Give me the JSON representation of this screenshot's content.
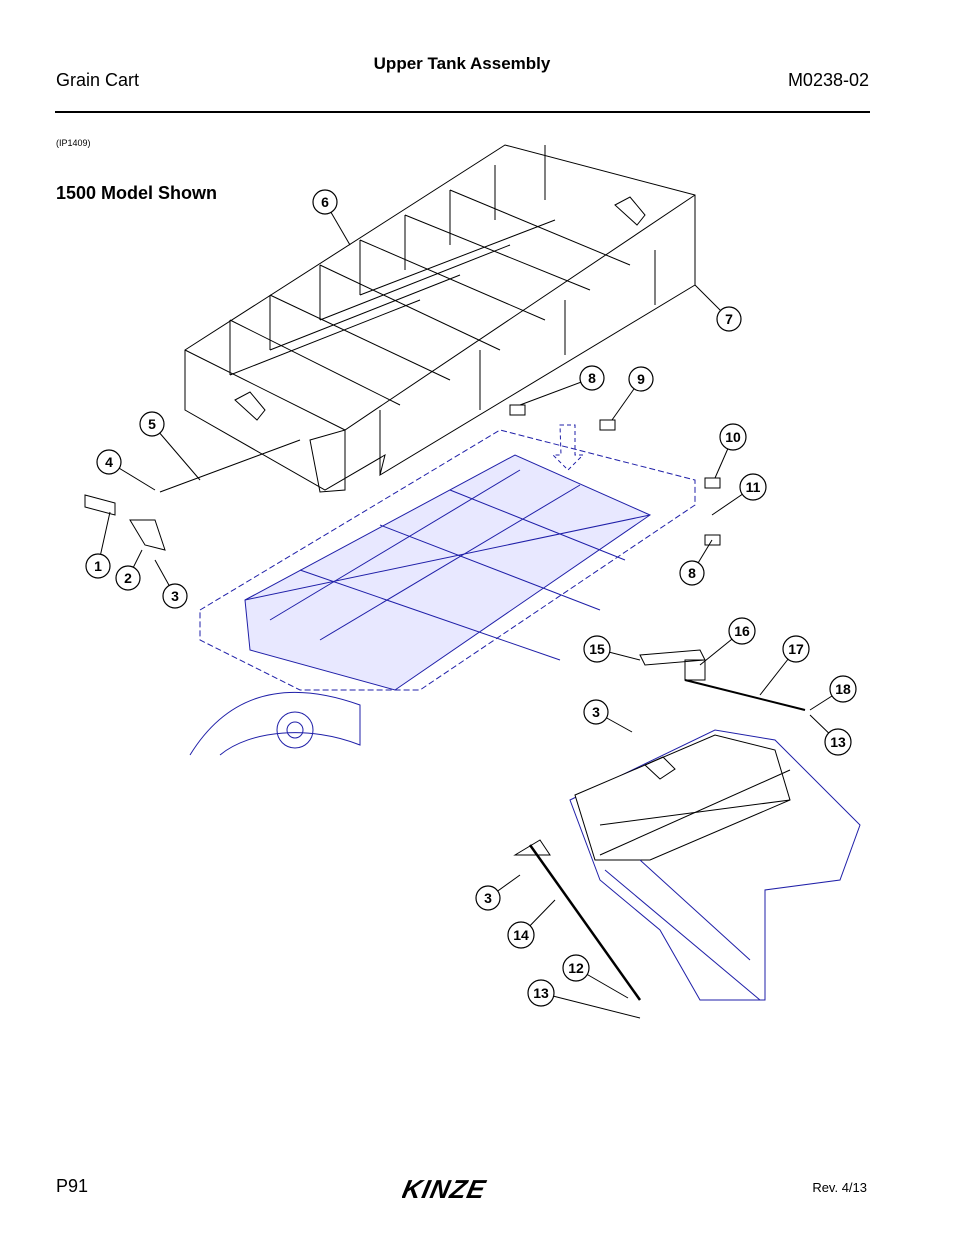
{
  "header": {
    "title": "Upper Tank Assembly",
    "left": "Grain Cart",
    "right": "M0238-02"
  },
  "figure": {
    "ref": "(IP1409)",
    "model_label": "1500 Model Shown",
    "callouts": [
      "1",
      "2",
      "3",
      "4",
      "5",
      "6",
      "7",
      "8",
      "9",
      "10",
      "11",
      "8",
      "3",
      "15",
      "16",
      "17",
      "18",
      "13",
      "3",
      "14",
      "12",
      "13"
    ]
  },
  "footer": {
    "page": "P91",
    "logo_text": "KINZE",
    "revision": "Rev. 4/13"
  },
  "colors": {
    "line": "#000000",
    "lower_assembly": "#1f1fa8"
  }
}
